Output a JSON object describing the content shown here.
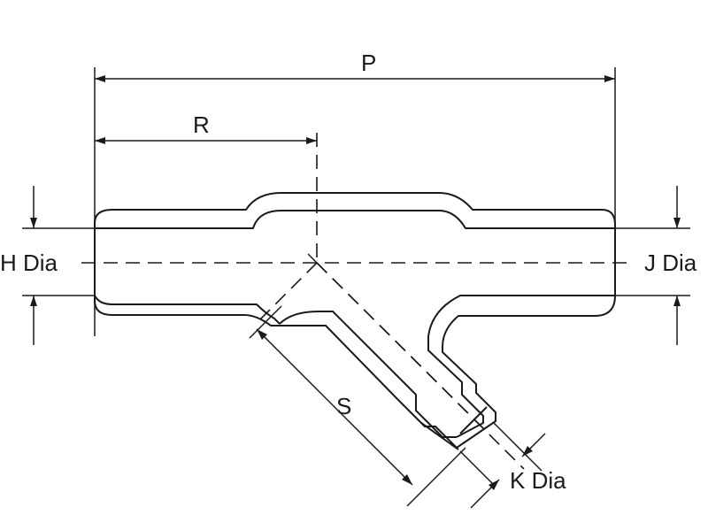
{
  "labels": {
    "p": "P",
    "r": "R",
    "s": "S",
    "h_dia": "H Dia",
    "j_dia": "J Dia",
    "k_dia": "K Dia"
  },
  "colors": {
    "line": "#1a1a1a",
    "background": "#ffffff"
  }
}
